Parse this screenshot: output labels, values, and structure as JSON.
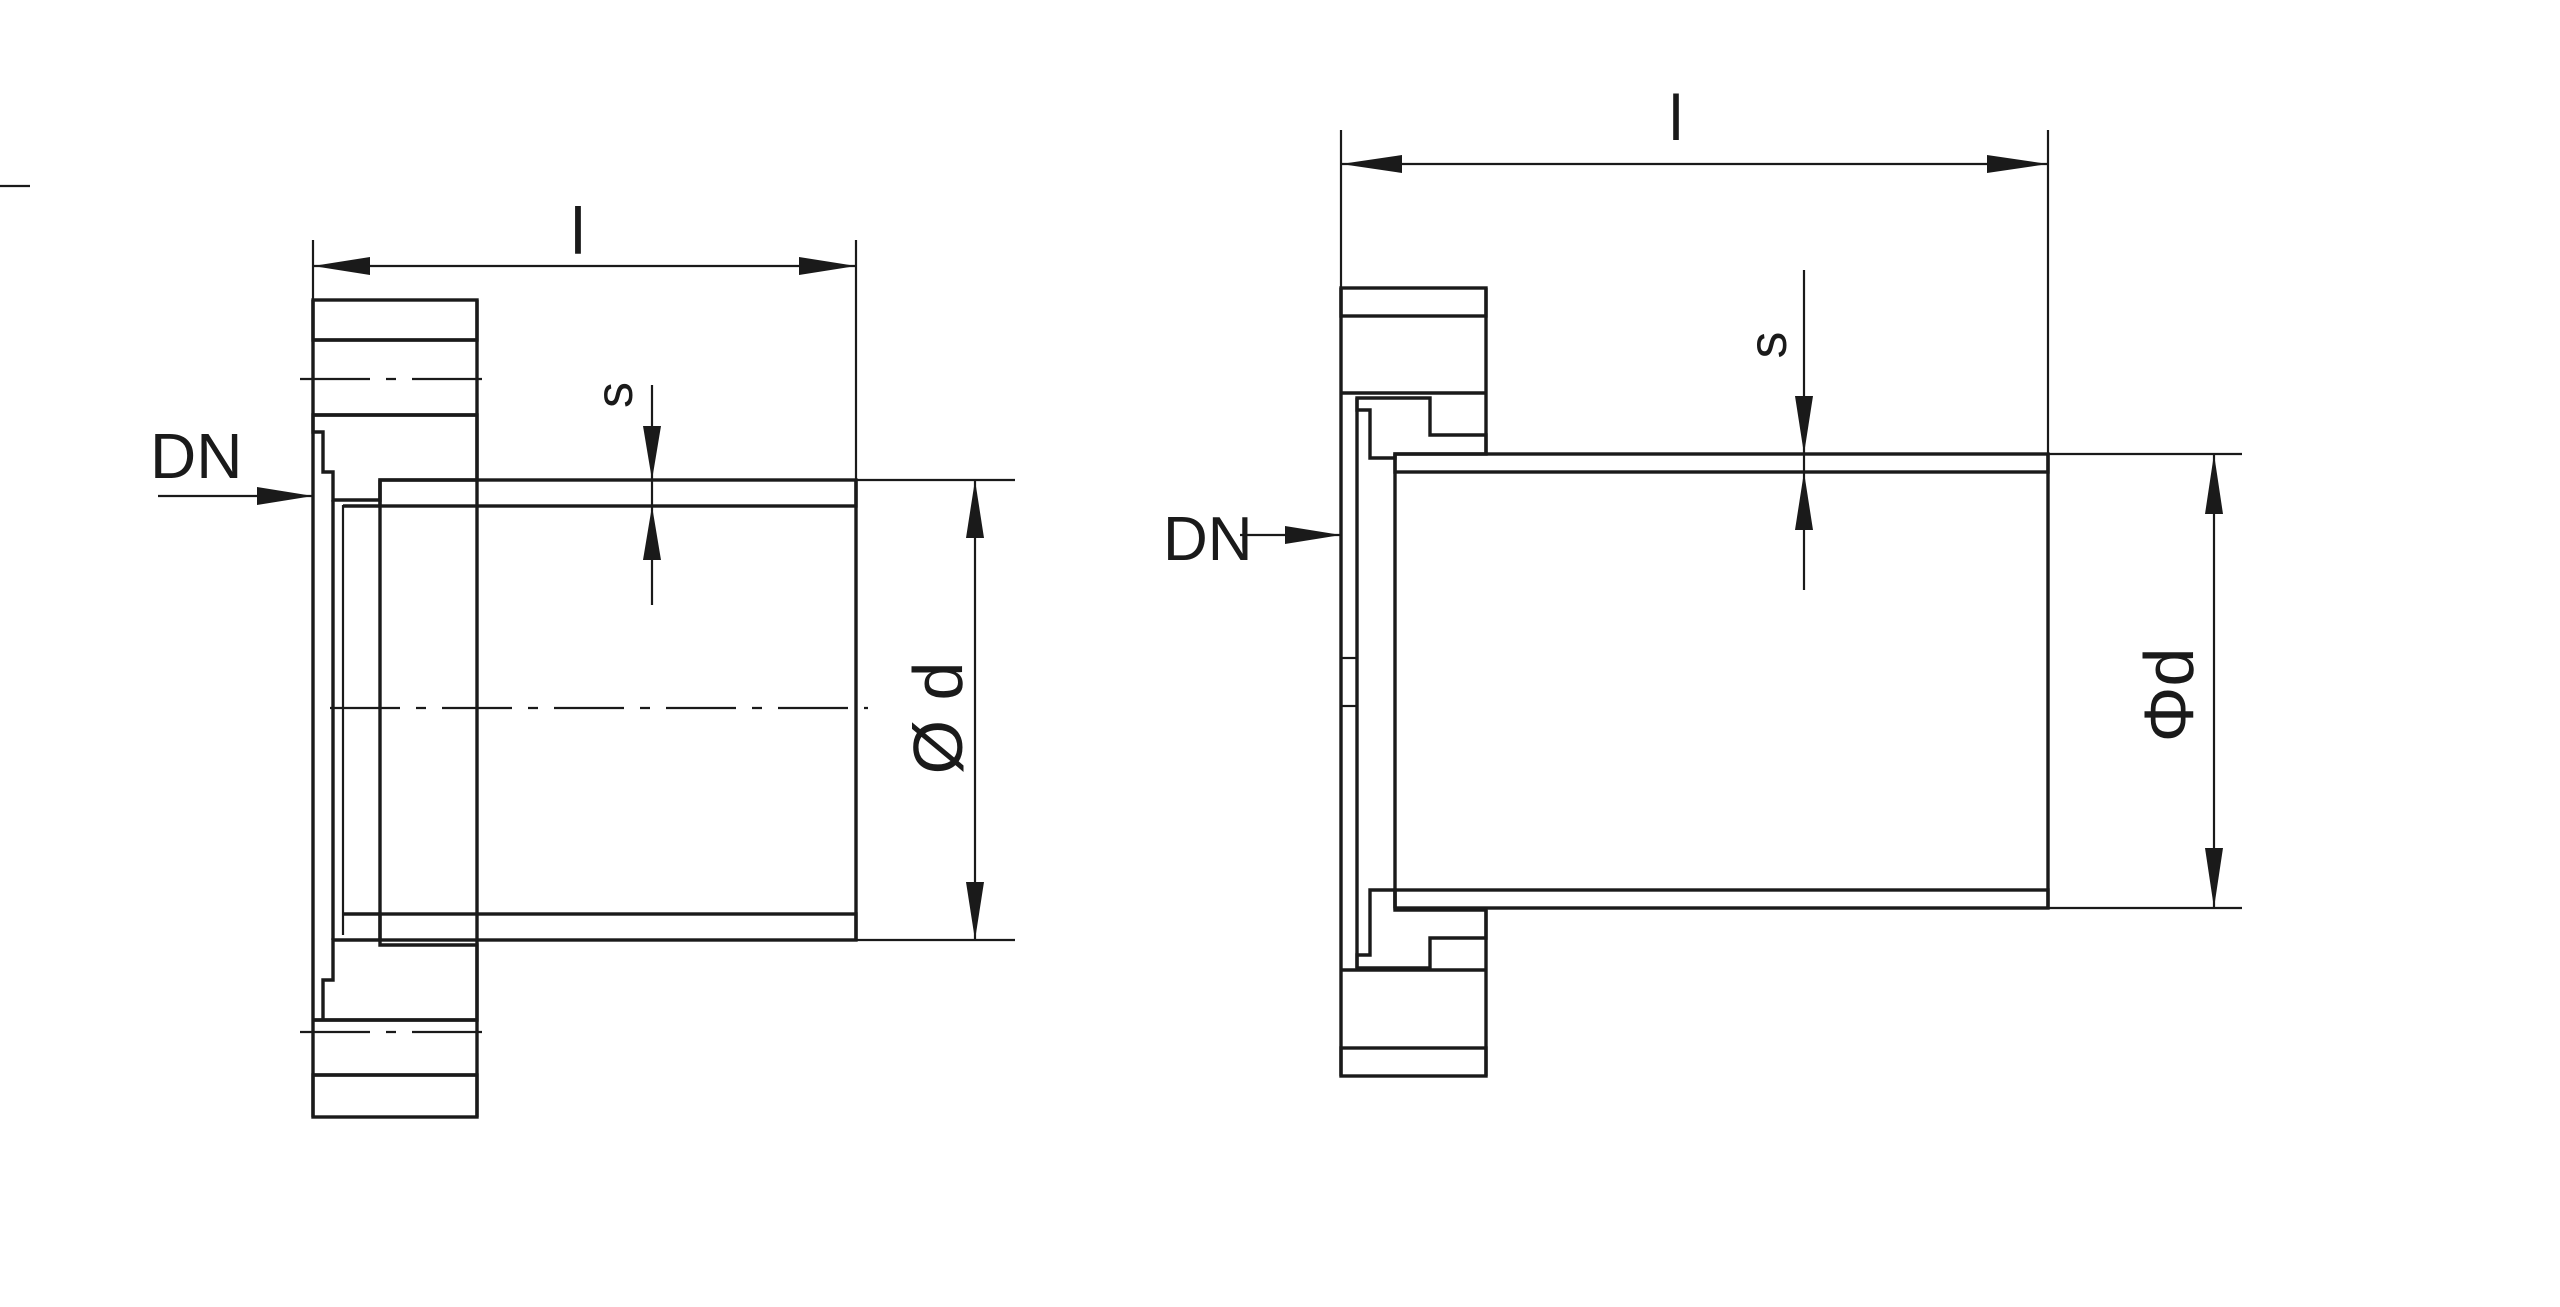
{
  "left_view": {
    "length_label": "l",
    "wall_label": "s",
    "diameter_label": "Ø d",
    "nominal_label": "DN"
  },
  "right_view": {
    "length_label": "l",
    "wall_label": "s",
    "diameter_label": "Φd",
    "nominal_label": "DN"
  }
}
